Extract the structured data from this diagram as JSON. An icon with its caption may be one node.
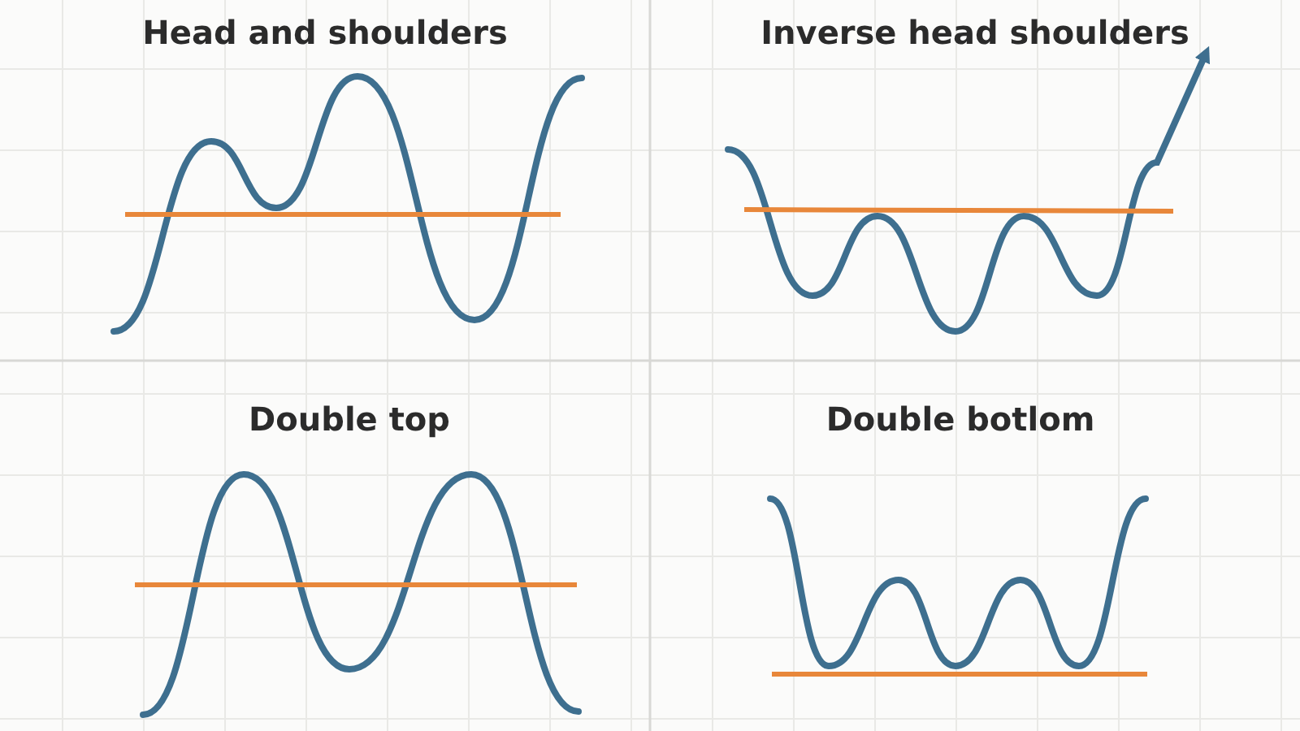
{
  "diagram": {
    "labels": [
      "Head and shoulders",
      "Inverse head shoulders",
      "Double top",
      "Double botlom"
    ]
  }
}
